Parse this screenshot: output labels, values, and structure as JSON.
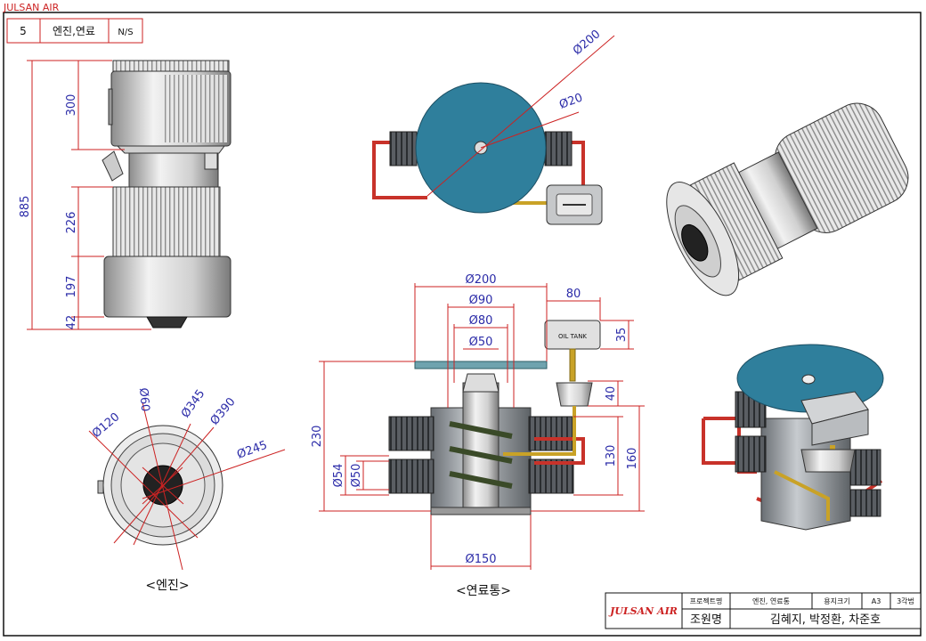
{
  "corner_label": "JULSAN AIR",
  "header": {
    "number": "5",
    "title": "엔진,연료",
    "scale": "N/S"
  },
  "engine_side": {
    "dims": {
      "h300": "300",
      "h885": "885",
      "h226": "226",
      "h197": "197",
      "h42": "42"
    }
  },
  "engine_front": {
    "dims": {
      "d120": "Ø120",
      "d60": "Ø60",
      "d345": "Ø345",
      "d390": "Ø390",
      "d245": "Ø245"
    },
    "caption": "<엔진>"
  },
  "tank_top": {
    "dims": {
      "d200": "Ø200",
      "d20": "Ø20"
    }
  },
  "tank_section": {
    "dims": {
      "d200": "Ø200",
      "d90": "Ø90",
      "w80": "80",
      "d80": "Ø80",
      "d50": "Ø50",
      "h35": "35",
      "h40": "40",
      "h230": "230",
      "h130": "130",
      "h160": "160",
      "d54": "Ø54",
      "d50b": "Ø50",
      "d150": "Ø150"
    },
    "oil_tank_label": "OIL TANK",
    "caption": "<연료통>"
  },
  "title_block": {
    "logo": "JULSAN AIR",
    "project_label": "프로젝트명",
    "project_value": "엔진, 연료통",
    "paper_label": "용지크기",
    "paper_value": "A3",
    "view_label": "3각법",
    "team_label": "조원명",
    "team_value": "김혜지, 박정환, 차준호"
  },
  "colors": {
    "dimension": "#2b2ba8",
    "dimension_line": "#cc2222",
    "tank_plate": "#2f7f9c",
    "fuel_pipe": "#c8322a",
    "brass_pipe": "#c9a227",
    "frame": "#111111"
  }
}
